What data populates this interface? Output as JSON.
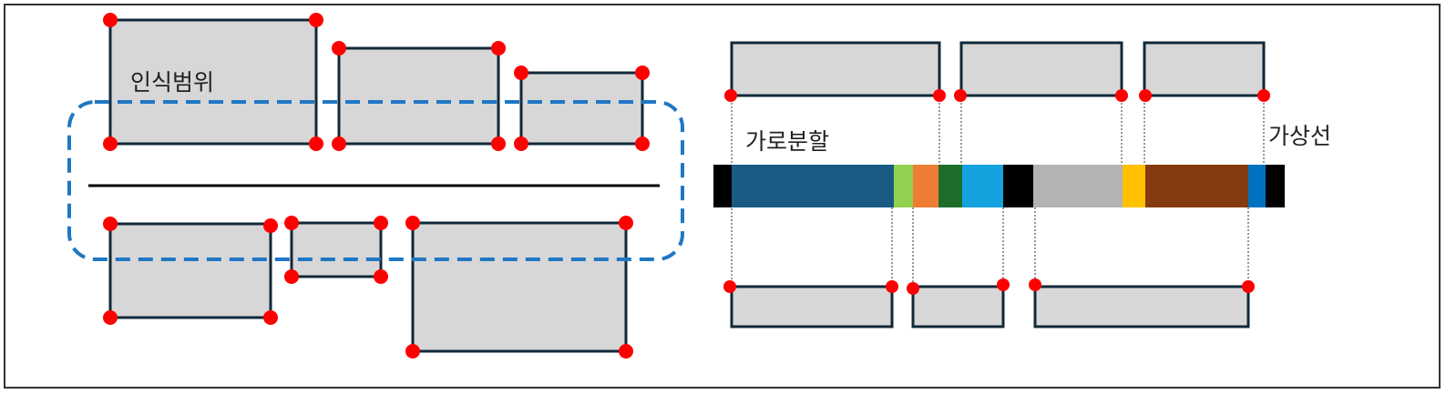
{
  "labels": {
    "recognition_range": "인식범위",
    "horizontal_split": "가로분할",
    "virtual_line": "가상선"
  },
  "colors": {
    "box_fill": "#d7d7d7",
    "box_stroke": "#10293a",
    "corner_point": "#ff0000",
    "range_outline": "#1f77c4",
    "line": "#000000"
  },
  "color_bar": [
    {
      "color": "#000000"
    },
    {
      "color": "#1a5b84"
    },
    {
      "color": "#93d150"
    },
    {
      "color": "#ee7d33"
    },
    {
      "color": "#1e6d2b"
    },
    {
      "color": "#14a3df"
    },
    {
      "color": "#000000"
    },
    {
      "color": "#b3b3b3"
    },
    {
      "color": "#ffc000"
    },
    {
      "color": "#843b0f"
    },
    {
      "color": "#0070c0"
    },
    {
      "color": "#000000"
    }
  ]
}
